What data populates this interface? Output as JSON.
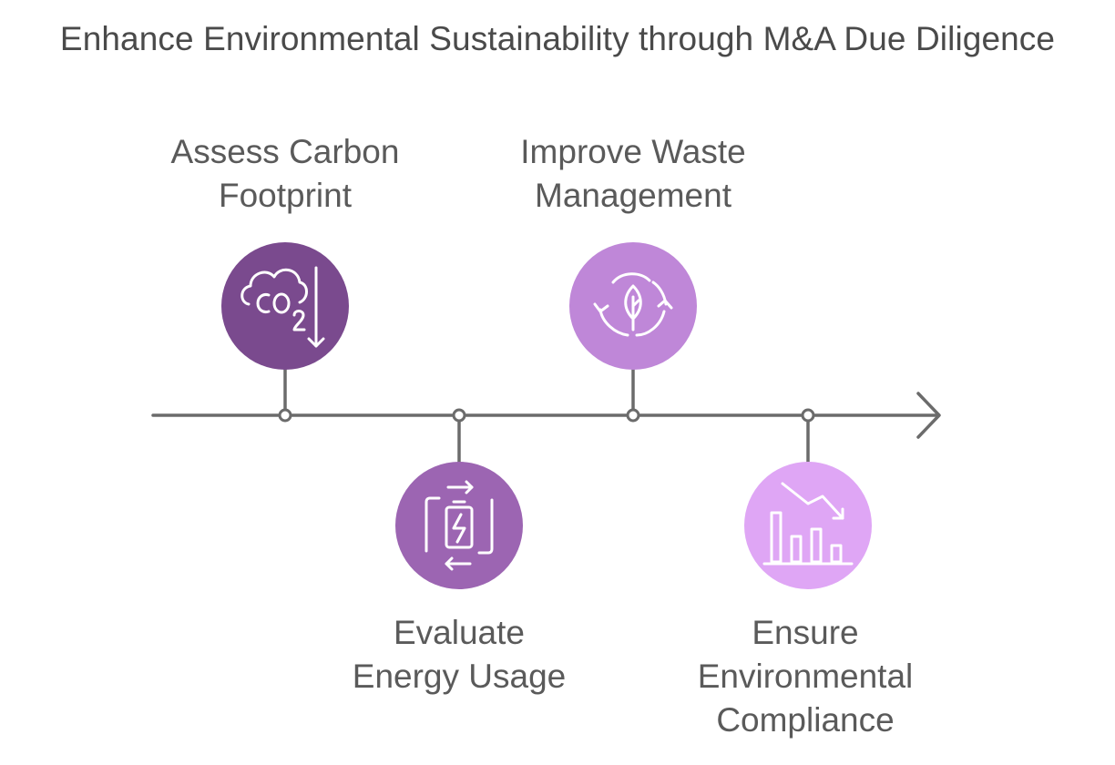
{
  "title": "Enhance Environmental Sustainability through M&A Due Diligence",
  "steps": [
    {
      "lines": [
        "Assess Carbon",
        "Footprint"
      ],
      "icon": "co2-reduction-icon",
      "color": "#7a4a8e"
    },
    {
      "lines": [
        "Evaluate",
        "Energy Usage"
      ],
      "icon": "battery-cycle-icon",
      "color": "#9c65b2"
    },
    {
      "lines": [
        "Improve Waste",
        "Management"
      ],
      "icon": "leaf-recycle-icon",
      "color": "#bf87d8"
    },
    {
      "lines": [
        "Ensure",
        "Environmental",
        "Compliance"
      ],
      "icon": "declining-bar-chart-icon",
      "color": "#dfa6f5"
    }
  ]
}
